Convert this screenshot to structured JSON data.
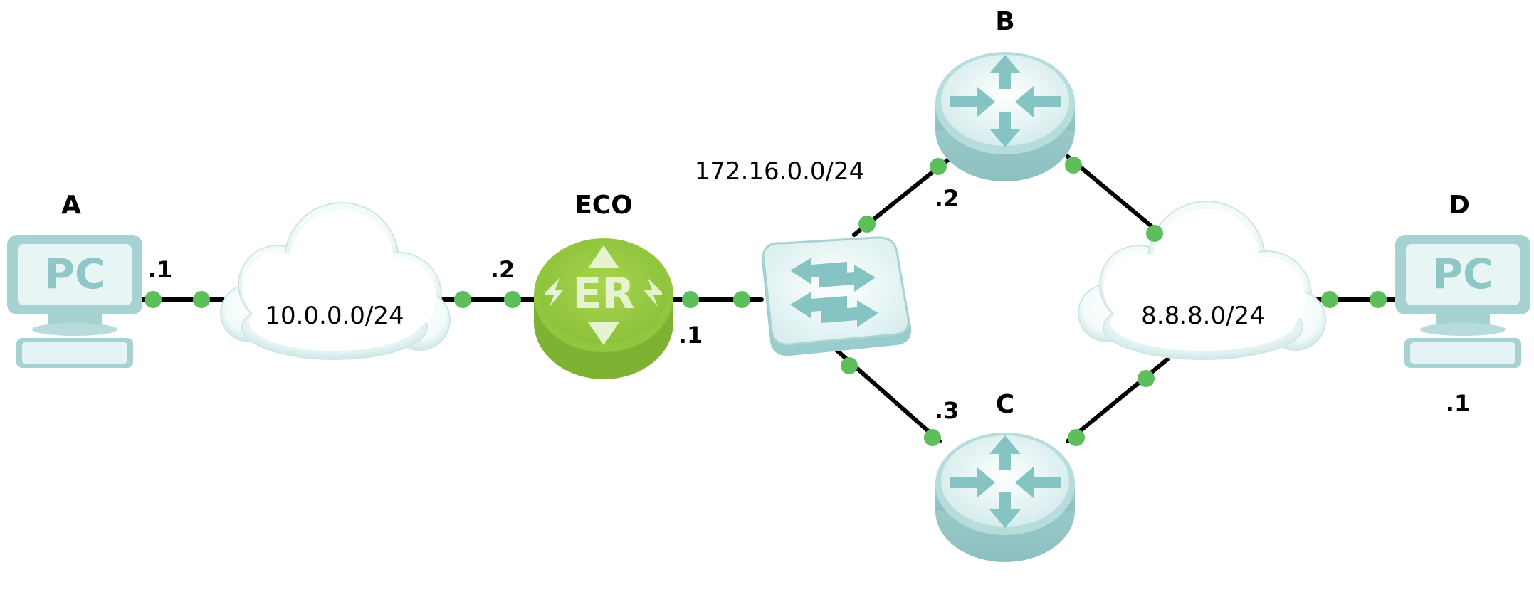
{
  "nodes": {
    "a": {
      "label": "A",
      "icon_text": "PC",
      "interface": ".1"
    },
    "eco": {
      "label": "ECO",
      "icon_text": "ER",
      "iface_left": ".2",
      "iface_right": ".1"
    },
    "b": {
      "label": "B",
      "interface": ".2"
    },
    "c": {
      "label": "C",
      "interface": ".3"
    },
    "d": {
      "label": "D",
      "icon_text": "PC",
      "interface": ".1"
    }
  },
  "networks": {
    "net1": "10.0.0.0/24",
    "net2": "172.16.0.0/24",
    "net3": "8.8.8.0/24"
  },
  "colors": {
    "link": "#000000",
    "port": "#5cbf5c",
    "device_teal": "#a6d2d2",
    "eco_green": "#8fc33c"
  }
}
